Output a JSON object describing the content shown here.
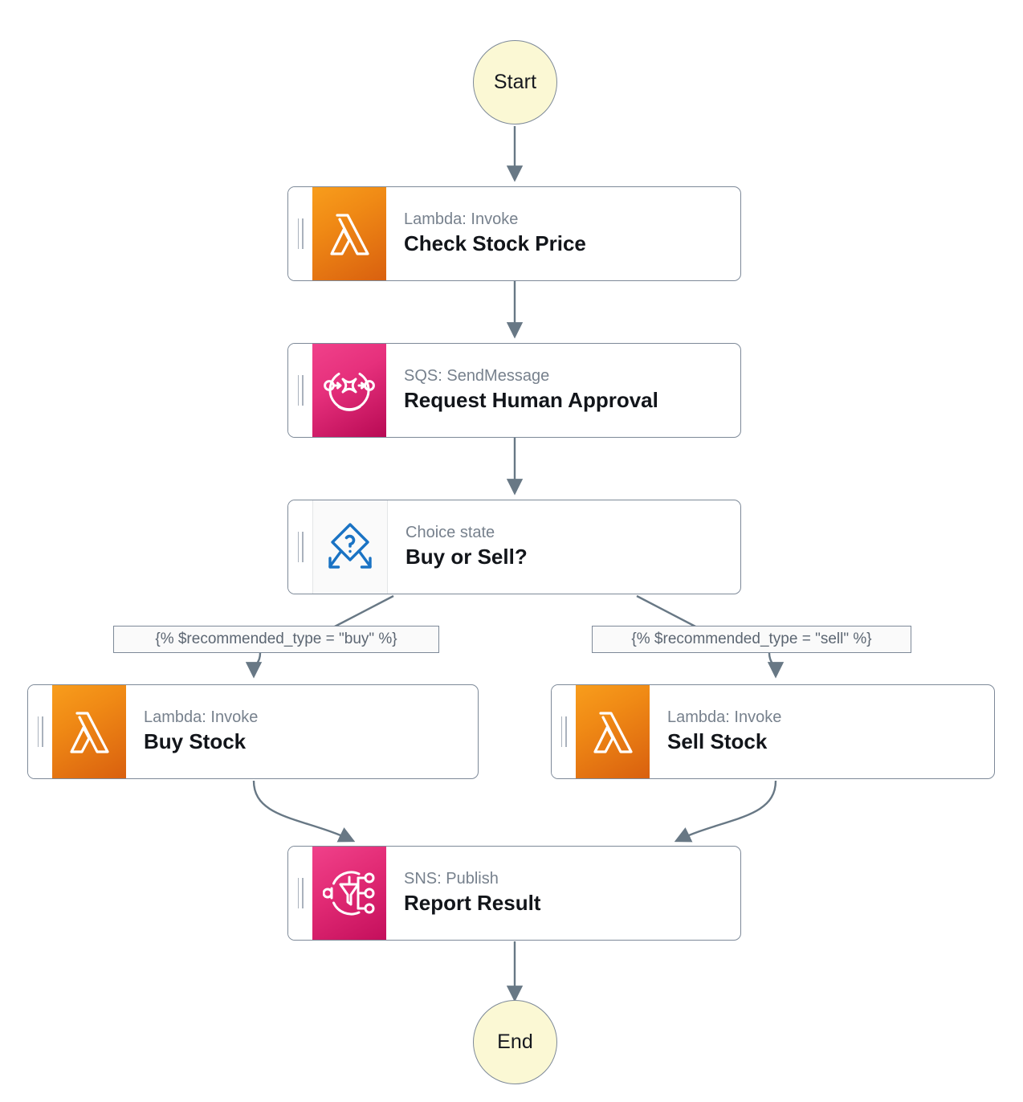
{
  "diagram": {
    "type": "aws-step-functions-workflow",
    "start_label": "Start",
    "end_label": "End",
    "colors": {
      "lambda": "#ED7100",
      "sqs": "#E7157B",
      "sns": "#E7157B",
      "choice": "#1A73C4",
      "terminal_fill": "#FBF8D4",
      "edge": "#687885",
      "node_border": "#7D8998",
      "subtitle_text": "#77818D",
      "title_text": "#12151A"
    },
    "nodes": [
      {
        "id": "check-stock-price",
        "subtitle": "Lambda: Invoke",
        "title": "Check Stock Price",
        "icon": "lambda-icon"
      },
      {
        "id": "request-human-approval",
        "subtitle": "SQS: SendMessage",
        "title": "Request Human Approval",
        "icon": "sqs-icon"
      },
      {
        "id": "buy-or-sell",
        "subtitle": "Choice state",
        "title": "Buy or Sell?",
        "icon": "choice-icon"
      },
      {
        "id": "buy-stock",
        "subtitle": "Lambda: Invoke",
        "title": "Buy Stock",
        "icon": "lambda-icon"
      },
      {
        "id": "sell-stock",
        "subtitle": "Lambda: Invoke",
        "title": "Sell Stock",
        "icon": "lambda-icon"
      },
      {
        "id": "report-result",
        "subtitle": "SNS: Publish",
        "title": "Report Result",
        "icon": "sns-icon"
      }
    ],
    "conditions": [
      {
        "id": "buy-condition",
        "text": "{% $recommended_type = \"buy\" %}"
      },
      {
        "id": "sell-condition",
        "text": "{% $recommended_type = \"sell\" %}"
      }
    ],
    "edges": [
      {
        "from": "Start",
        "to": "Check Stock Price"
      },
      {
        "from": "Check Stock Price",
        "to": "Request Human Approval"
      },
      {
        "from": "Request Human Approval",
        "to": "Buy or Sell?"
      },
      {
        "from": "Buy or Sell?",
        "to": "Buy Stock",
        "label": "{% $recommended_type = \"buy\" %}"
      },
      {
        "from": "Buy or Sell?",
        "to": "Sell Stock",
        "label": "{% $recommended_type = \"sell\" %}"
      },
      {
        "from": "Buy Stock",
        "to": "Report Result"
      },
      {
        "from": "Sell Stock",
        "to": "Report Result"
      },
      {
        "from": "Report Result",
        "to": "End"
      }
    ]
  }
}
